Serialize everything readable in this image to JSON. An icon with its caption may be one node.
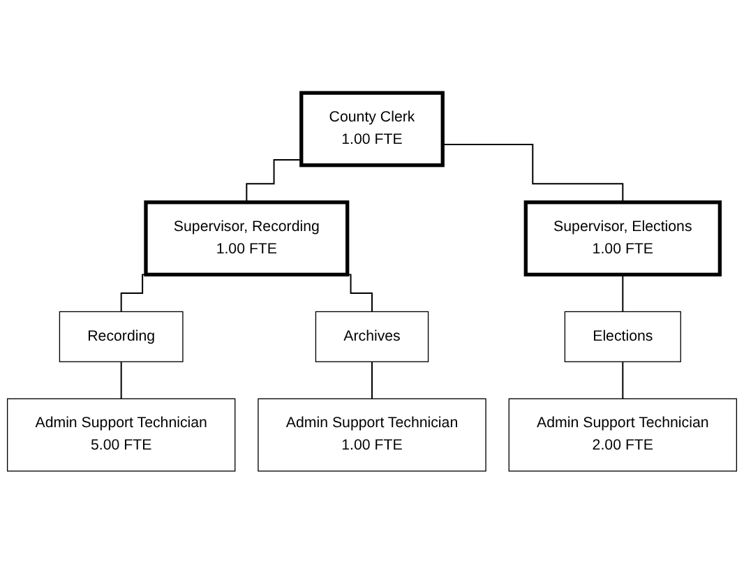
{
  "diagram": {
    "nodes": [
      {
        "text": [
          "County Clerk",
          "1.00 FTE"
        ]
      },
      {
        "text": [
          "Supervisor, Recording",
          "1.00 FTE"
        ]
      },
      {
        "text": [
          "Supervisor, Elections",
          "1.00 FTE"
        ]
      },
      {
        "text": [
          "Recording"
        ]
      },
      {
        "text": [
          "Archives"
        ]
      },
      {
        "text": [
          "Elections"
        ]
      },
      {
        "text": [
          "Admin Support Technician",
          "5.00 FTE"
        ]
      },
      {
        "text": [
          "Admin Support Technician",
          "1.00 FTE"
        ]
      },
      {
        "text": [
          "Admin Support Technician",
          "2.00 FTE"
        ]
      }
    ],
    "edges": [
      {
        "from": 0,
        "to": 1,
        "arrow": "none"
      },
      {
        "from": 0,
        "to": 2,
        "arrow": "none"
      },
      {
        "from": 1,
        "to": 3,
        "arrow": "none"
      },
      {
        "from": 1,
        "to": 4,
        "arrow": "none"
      },
      {
        "from": 2,
        "to": 5,
        "arrow": "none"
      },
      {
        "from": 3,
        "to": 6,
        "arrow": "none"
      },
      {
        "from": 4,
        "to": 7,
        "arrow": "none"
      },
      {
        "from": 5,
        "to": 8,
        "arrow": "none"
      }
    ]
  }
}
